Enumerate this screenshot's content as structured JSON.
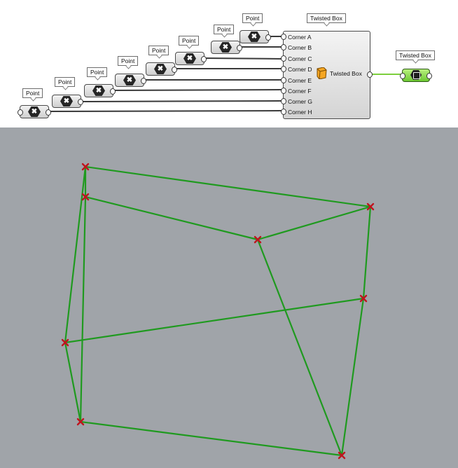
{
  "definition": {
    "point_label": "Point",
    "point_count": 8,
    "component": {
      "title": "Twisted Box",
      "inputs": [
        "Corner A",
        "Corner B",
        "Corner C",
        "Corner D",
        "Corner E",
        "Corner F",
        "Corner G",
        "Corner H"
      ],
      "output": "Twisted Box"
    },
    "output_param": {
      "title": "Twisted Box"
    },
    "icons": {
      "point": "point-param-icon",
      "component": "twisted-box-icon",
      "output": "box-param-icon"
    },
    "colors": {
      "wire": "#3a3a3a",
      "active_wire": "#7ccf3d",
      "output_node": "#7ccf3d"
    }
  },
  "viewport": {
    "background": "#a0a4a9",
    "edge_color": "#1f9a1f",
    "point_marker_color": "#c0141e"
  }
}
